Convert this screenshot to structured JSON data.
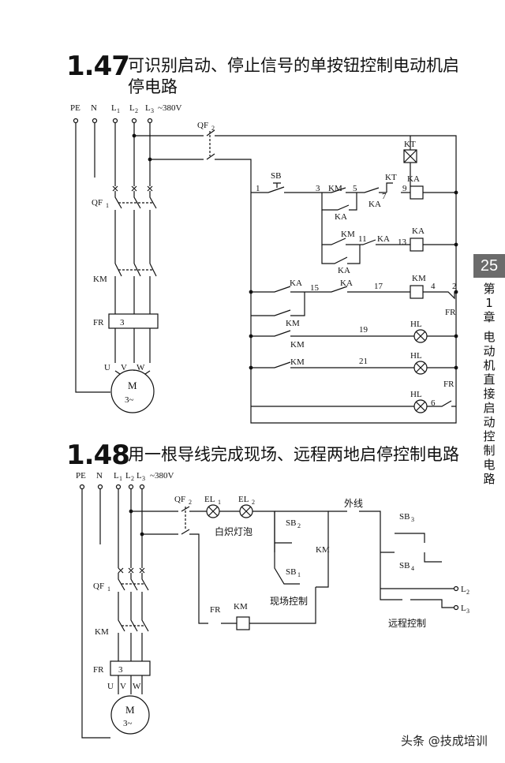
{
  "section1": {
    "number": "1.47",
    "title": "可识别启动、停止信号的单按钮控制电动机启停电路"
  },
  "section2": {
    "number": "1.48",
    "title": "用一根导线完成现场、远程两地启停控制电路"
  },
  "side": {
    "page": "25",
    "chapter": "第1章",
    "topic": "电动机直接启动控制电路"
  },
  "watermark": "头条 @技成培训",
  "c1": {
    "pe": "PE",
    "n": "N",
    "l1": "L",
    "l2": "L",
    "l3": "L",
    "sub1": "1",
    "sub2": "2",
    "sub3": "3",
    "voltage": "~380V",
    "qf2": "QF",
    "qf2sub": "2",
    "qf1": "QF",
    "qf1sub": "1",
    "km": "KM",
    "fr": "FR",
    "fr3": "3",
    "u": "U",
    "v": "V",
    "w": "W",
    "motor_m": "M",
    "motor_3": "3~",
    "kt": "KT",
    "sb": "SB",
    "ka": "KA",
    "hl": "HL",
    "n1": "1",
    "n2": "2",
    "n3": "3",
    "n4": "4",
    "n5": "5",
    "n6": "6",
    "n7": "7",
    "n9": "9",
    "n11": "11",
    "n13": "13",
    "n15": "15",
    "n17": "17",
    "n19": "19",
    "n21": "21"
  },
  "c2": {
    "pe": "PE",
    "n": "N",
    "l1": "L",
    "l2": "L",
    "l3": "L",
    "sub1": "1",
    "sub2": "2",
    "sub3": "3",
    "voltage": "~380V",
    "qf2": "QF",
    "qf2sub": "2",
    "qf1": "QF",
    "qf1sub": "1",
    "el": "EL",
    "el1": "1",
    "el2": "2",
    "lamp_label": "白炽灯泡",
    "outer_line": "外线",
    "sb": "SB",
    "sb1": "1",
    "sb2": "2",
    "sb3": "3",
    "sb4": "4",
    "km": "KM",
    "fr": "FR",
    "fr3": "3",
    "local_control": "现场控制",
    "remote_control": "远程控制",
    "l2out": "L",
    "l3out": "L",
    "u": "U",
    "v": "V",
    "w": "W",
    "motor_m": "M",
    "motor_3": "3~"
  }
}
